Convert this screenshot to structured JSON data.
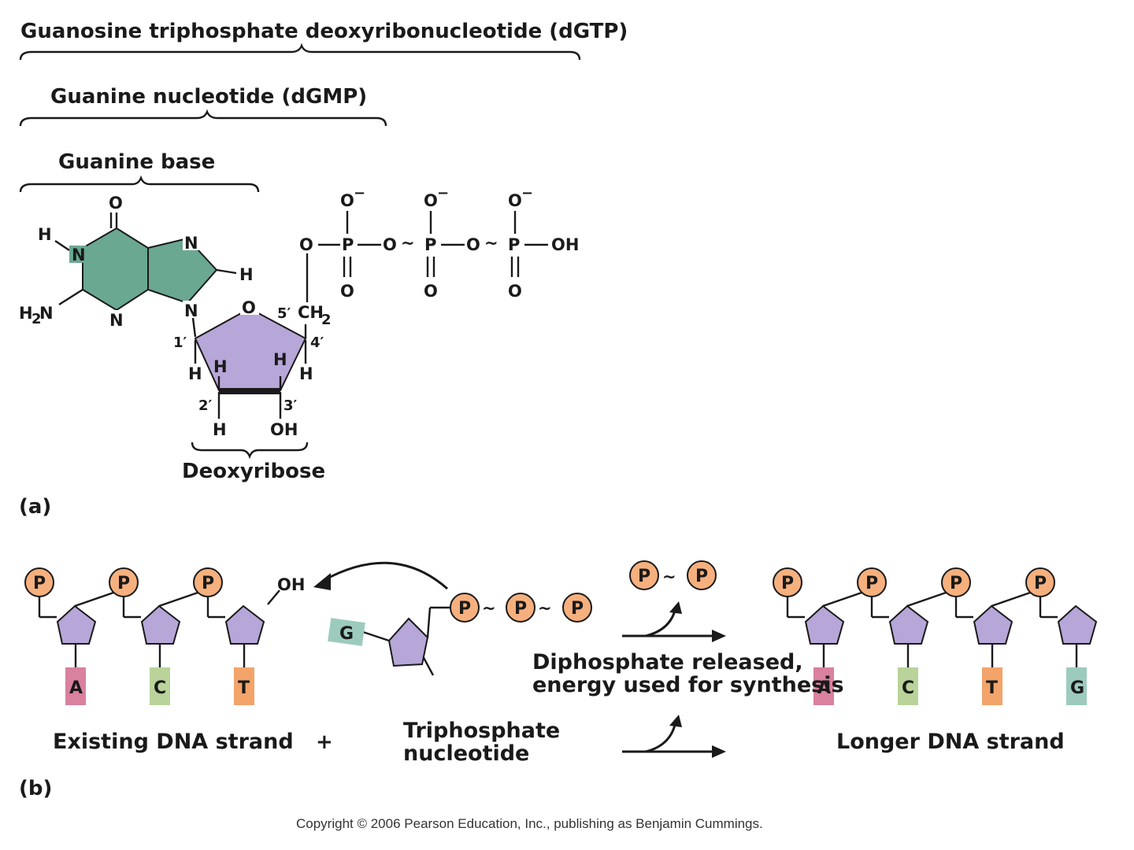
{
  "part_a": {
    "bracket_labels": {
      "dgtp": "Guanosine triphosphate deoxyribonucleotide (dGTP)",
      "dgmp": "Guanine nucleotide (dGMP)",
      "guanine_base": "Guanine base",
      "deoxyribose": "Deoxyribose"
    },
    "panel_label": "(a)",
    "atoms": {
      "O": "O",
      "N": "N",
      "H": "H",
      "OH": "OH",
      "H2N": "H",
      "H2N_sub": "2",
      "H2N_N": "N",
      "CH2": "CH",
      "CH2_sub": "2",
      "P": "P",
      "O_minus": "O",
      "minus": "−",
      "tilde": "~"
    },
    "carbons": {
      "c1": "1′",
      "c2": "2′",
      "c3": "3′",
      "c4": "4′",
      "c5": "5′"
    },
    "colors": {
      "guanine_ring": "#6aa892",
      "sugar": "#b7a6d8"
    }
  },
  "part_b": {
    "panel_label": "(b)",
    "phosphate_letter": "P",
    "oh_label": "OH",
    "existing_bases": [
      "A",
      "C",
      "T"
    ],
    "longer_bases": [
      "A",
      "C",
      "T",
      "G"
    ],
    "incoming_base": "G",
    "tilde": "~",
    "plus": "+",
    "labels": {
      "existing": "Existing DNA strand",
      "triphosphate_line1": "Triphosphate",
      "triphosphate_line2": "nucleotide",
      "released_line1": "Diphosphate released,",
      "released_line2": "energy used for synthesis",
      "longer": "Longer DNA strand"
    },
    "base_colors": {
      "A": "#d9819e",
      "C": "#b9d39a",
      "T": "#f3a46a",
      "G": "#9ccbbd"
    },
    "phosphate_color": "#f6b07e"
  },
  "copyright": "Copyright © 2006 Pearson Education, Inc., publishing as Benjamin Cummings."
}
